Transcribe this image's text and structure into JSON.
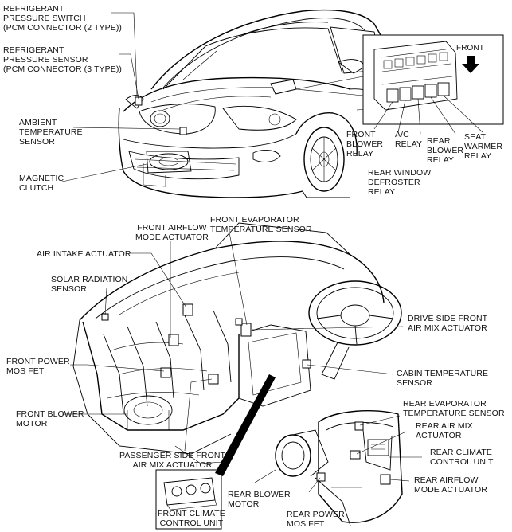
{
  "labels": {
    "refrigerant_switch": "REFRIGERANT\nPRESSURE SWITCH\n(PCM CONNECTOR (2 TYPE))",
    "refrigerant_sensor": "REFRIGERANT\nPRESSURE SENSOR\n(PCM CONNECTOR (3 TYPE))",
    "ambient_sensor": "AMBIENT\nTEMPERATURE\nSENSOR",
    "magnetic_clutch": "MAGNETIC\nCLUTCH",
    "front": "FRONT",
    "front_blower_relay": "FRONT\nBLOWER\nRELAY",
    "ac_relay": "A/C\nRELAY",
    "rear_blower_relay": "REAR\nBLOWER\nRELAY",
    "seat_warmer_relay": "SEAT\nWARMER\nRELAY",
    "rear_window_defroster_relay": "REAR WINDOW\nDEFROSTER\nRELAY",
    "front_airflow_mode_actuator": "FRONT AIRFLOW\nMODE ACTUATOR",
    "front_evaporator_sensor": "FRONT EVAPORATOR\nTEMPERATURE SENSOR",
    "air_intake_actuator": "AIR INTAKE ACTUATOR",
    "solar_radiation_sensor": "SOLAR RADIATION\nSENSOR",
    "drive_side_air_mix": "DRIVE SIDE FRONT\nAIR MIX ACTUATOR",
    "front_power_mos_fet": "FRONT POWER\nMOS FET",
    "cabin_temperature_sensor": "CABIN TEMPERATURE\nSENSOR",
    "front_blower_motor": "FRONT BLOWER\nMOTOR",
    "rear_evaporator_sensor": "REAR EVAPORATOR\nTEMPERATURE SENSOR",
    "rear_air_mix_actuator": "REAR AIR MIX\nACTUATOR",
    "passenger_side_air_mix": "PASSENGER SIDE FRONT\nAIR MIX ACTUATOR",
    "rear_climate_control_unit": "REAR CLIMATE\nCONTROL UNIT",
    "rear_airflow_mode_actuator": "REAR AIRFLOW\nMODE ACTUATOR",
    "rear_blower_motor": "REAR BLOWER\nMOTOR",
    "rear_power_mos_fet": "REAR POWER\nMOS FET",
    "front_climate_control_unit": "FRONT CLIMATE\nCONTROL UNIT"
  }
}
